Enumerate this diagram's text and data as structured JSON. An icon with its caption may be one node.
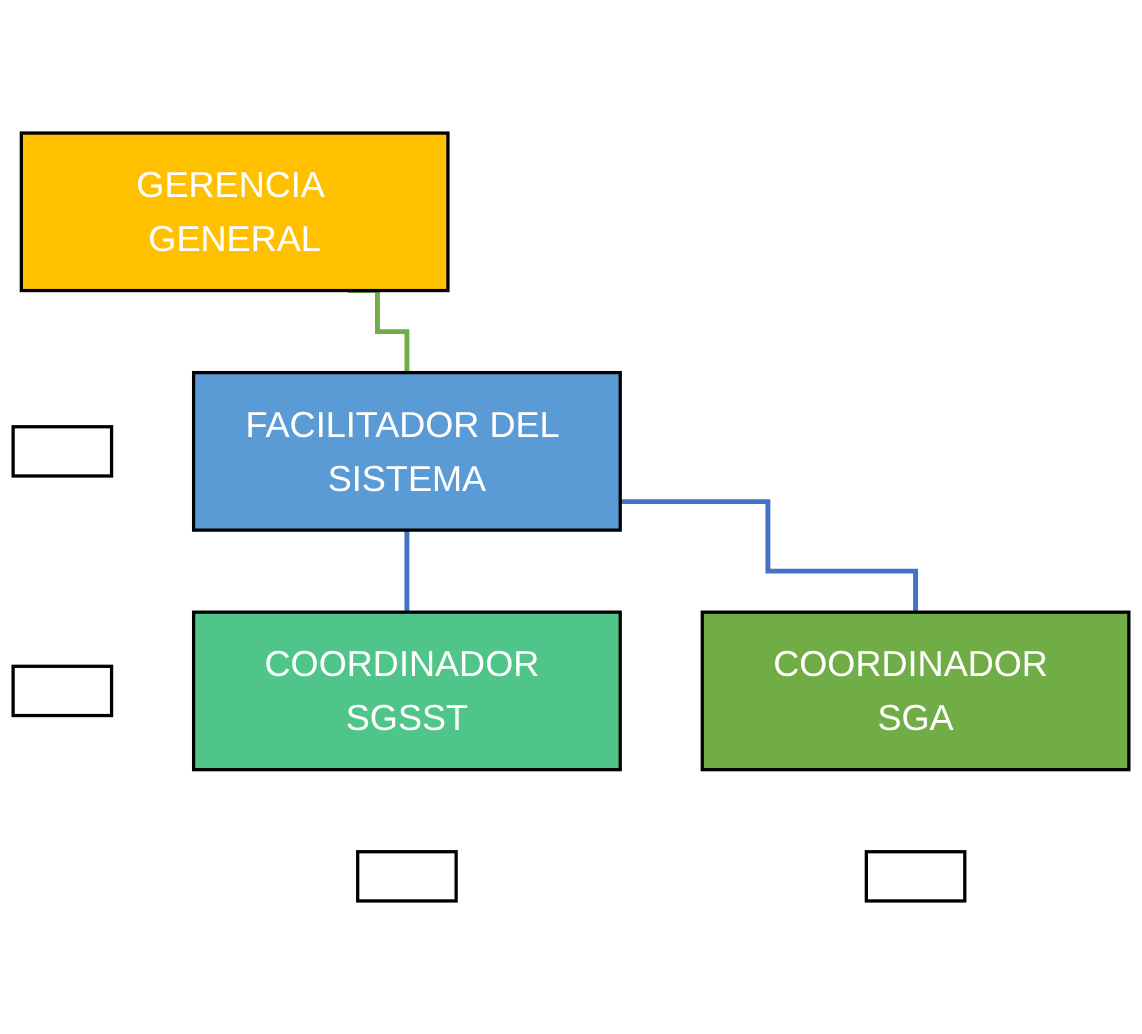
{
  "diagram": {
    "nodes": [
      {
        "text": [
          "GERENCIA GENERAL"
        ]
      },
      {
        "text": [],
        "shape": "box"
      },
      {
        "text": [
          "FACILITADOR DEL SISTEMA"
        ]
      },
      {
        "text": [],
        "shape": "box"
      },
      {
        "text": [
          "COORDINADOR SGSST"
        ]
      },
      {
        "text": [],
        "shape": "box"
      },
      {
        "text": [
          "COORDINADOR SGA"
        ]
      },
      {
        "text": [],
        "shape": "box"
      }
    ],
    "edges": [
      {
        "from": 0,
        "to": 2,
        "arrow": "none",
        "color": "#70ad47"
      },
      {
        "from": 2,
        "to": 4,
        "arrow": "none"
      },
      {
        "from": 2,
        "to": 6,
        "arrow": "none"
      }
    ]
  }
}
